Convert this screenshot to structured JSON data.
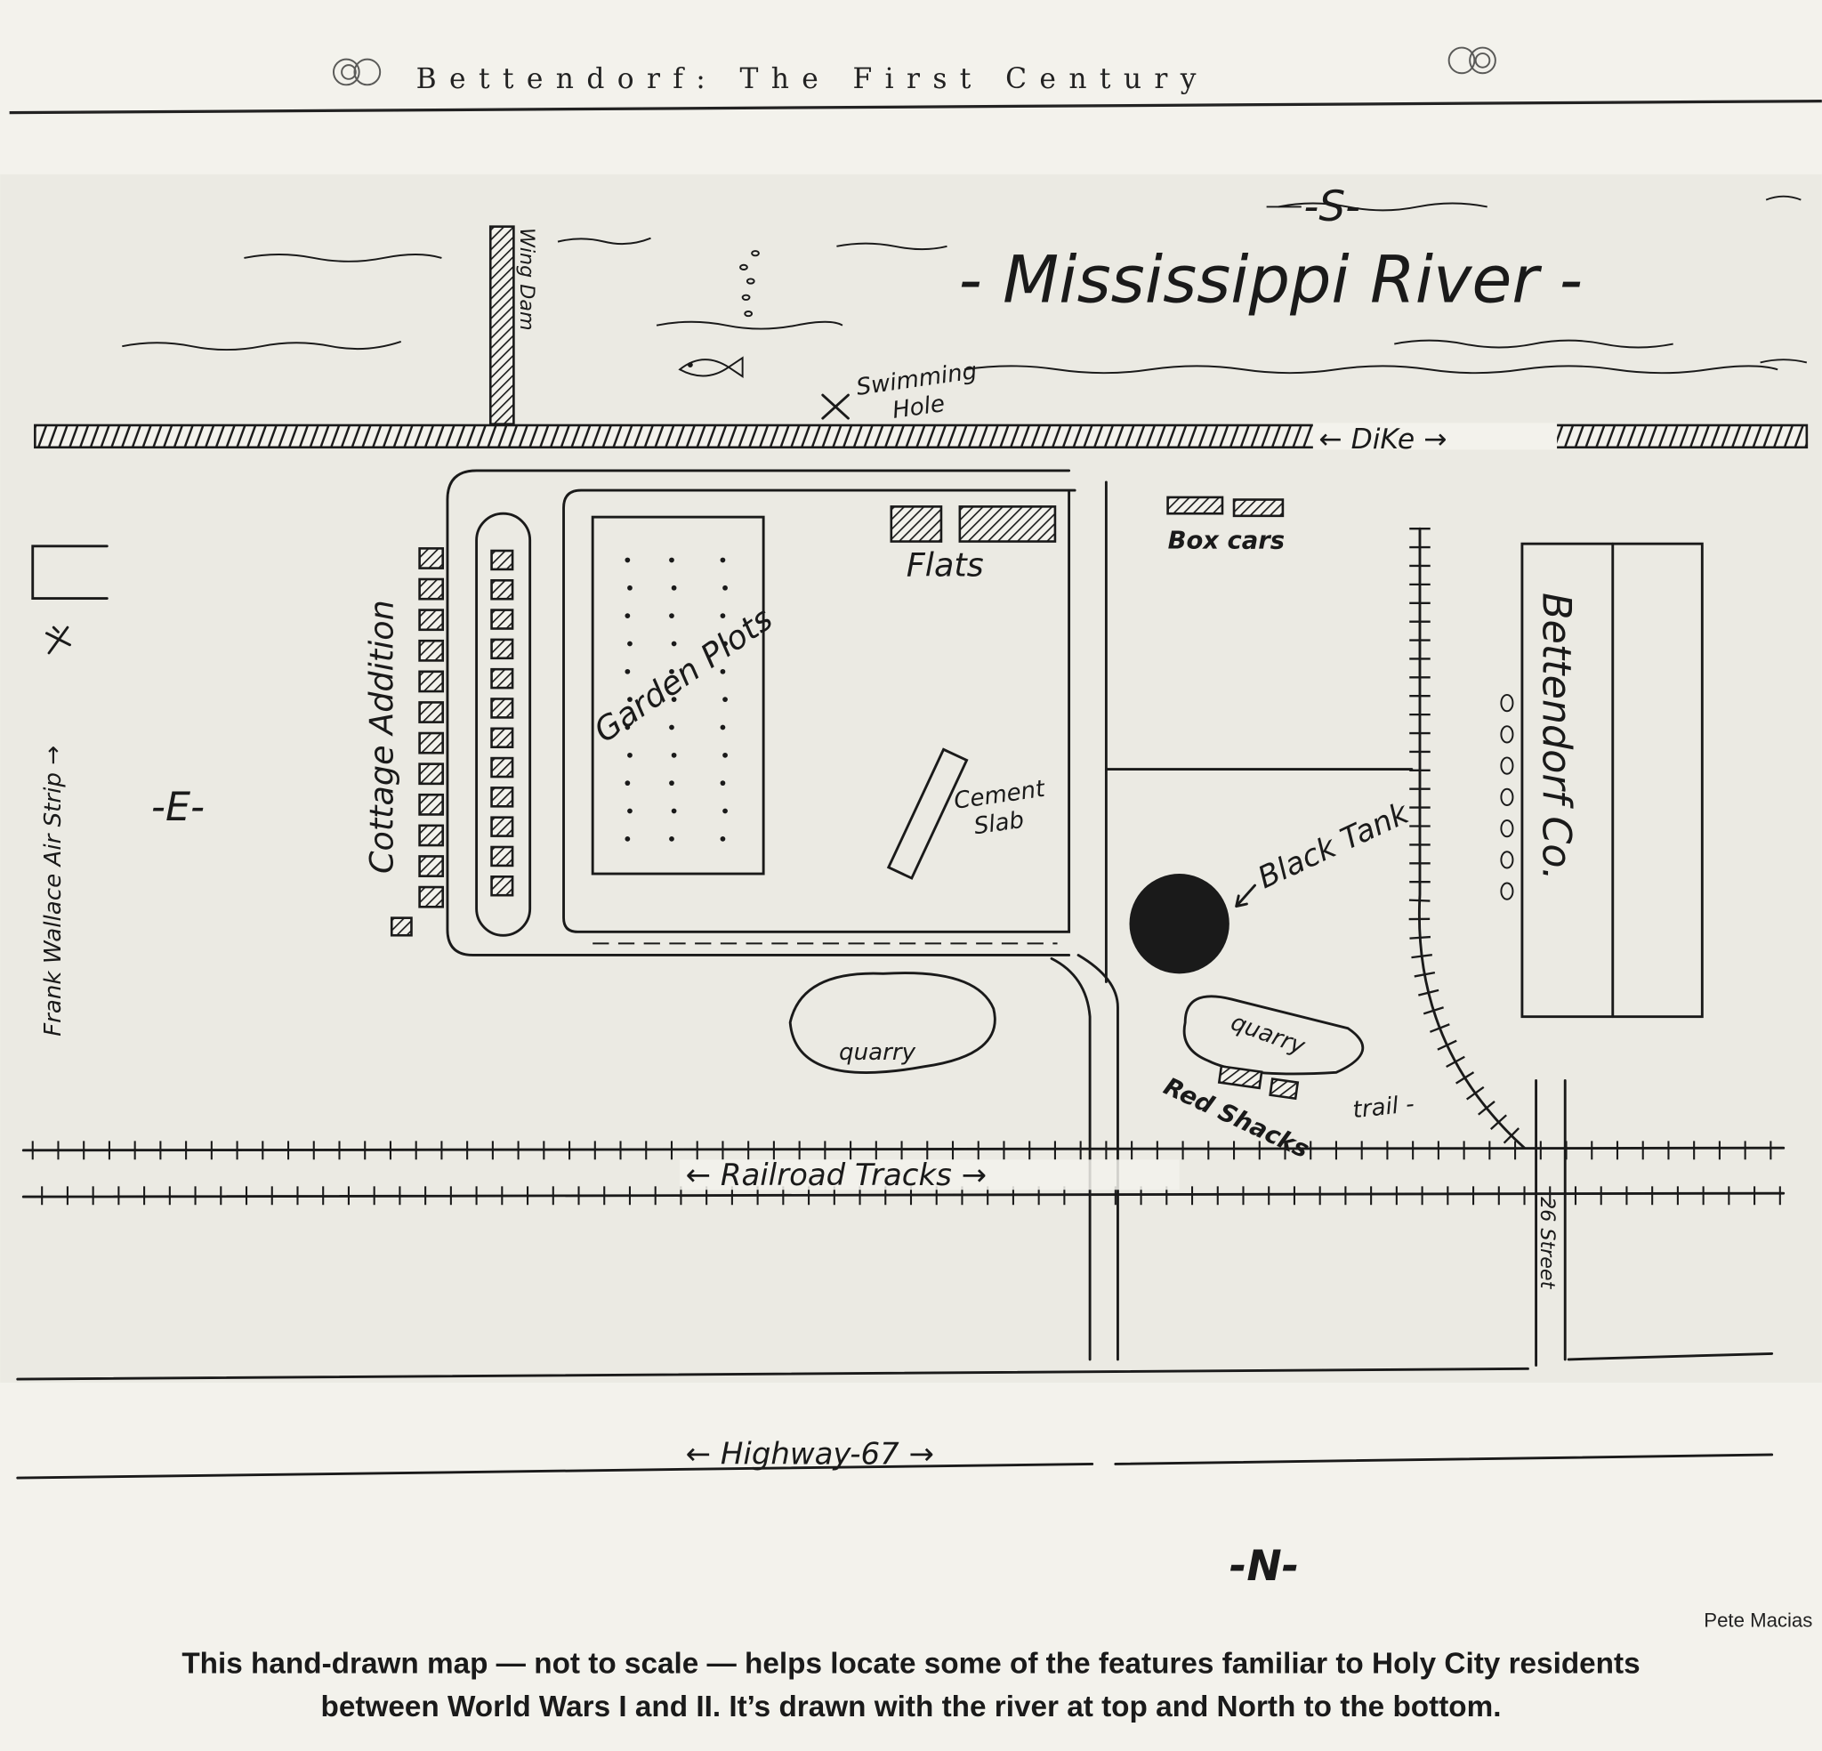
{
  "header": {
    "title": "Bettendorf: The First Century"
  },
  "map": {
    "south": "-S-",
    "river": "- Mississippi River -",
    "wing_dam": "Wing Dam",
    "swimming_hole": "Swimming Hole",
    "swimming_hole_line1": "Swimming",
    "swimming_hole_line2": "Hole",
    "dike": "← DiKe →",
    "air_strip": "Frank Wallace Air Strip →",
    "east": "-E-",
    "cottage_addition": "Cottage Addition",
    "garden_plots": "Garden Plots",
    "flats": "Flats",
    "cement_slab_line1": "Cement",
    "cement_slab_line2": "Slab",
    "box_cars": "Box cars",
    "black_tank": "Black Tank",
    "bettendorf_co": "Bettendorf Co.",
    "quarry_1": "quarry",
    "quarry_2": "quarry",
    "red_shacks": "Red Shacks",
    "trail": "trail -",
    "railroad_tracks": "← Railroad   Tracks →",
    "street_26": "26 Street",
    "highway": "← Highway-67 →",
    "north": "-N-"
  },
  "credit": "Pete Macias",
  "caption": {
    "line1": "This hand-drawn map — not to scale — helps locate some of the features familiar to Holy City residents",
    "line2": "between World Wars I and II. It’s drawn with the river at top and North to the bottom."
  }
}
